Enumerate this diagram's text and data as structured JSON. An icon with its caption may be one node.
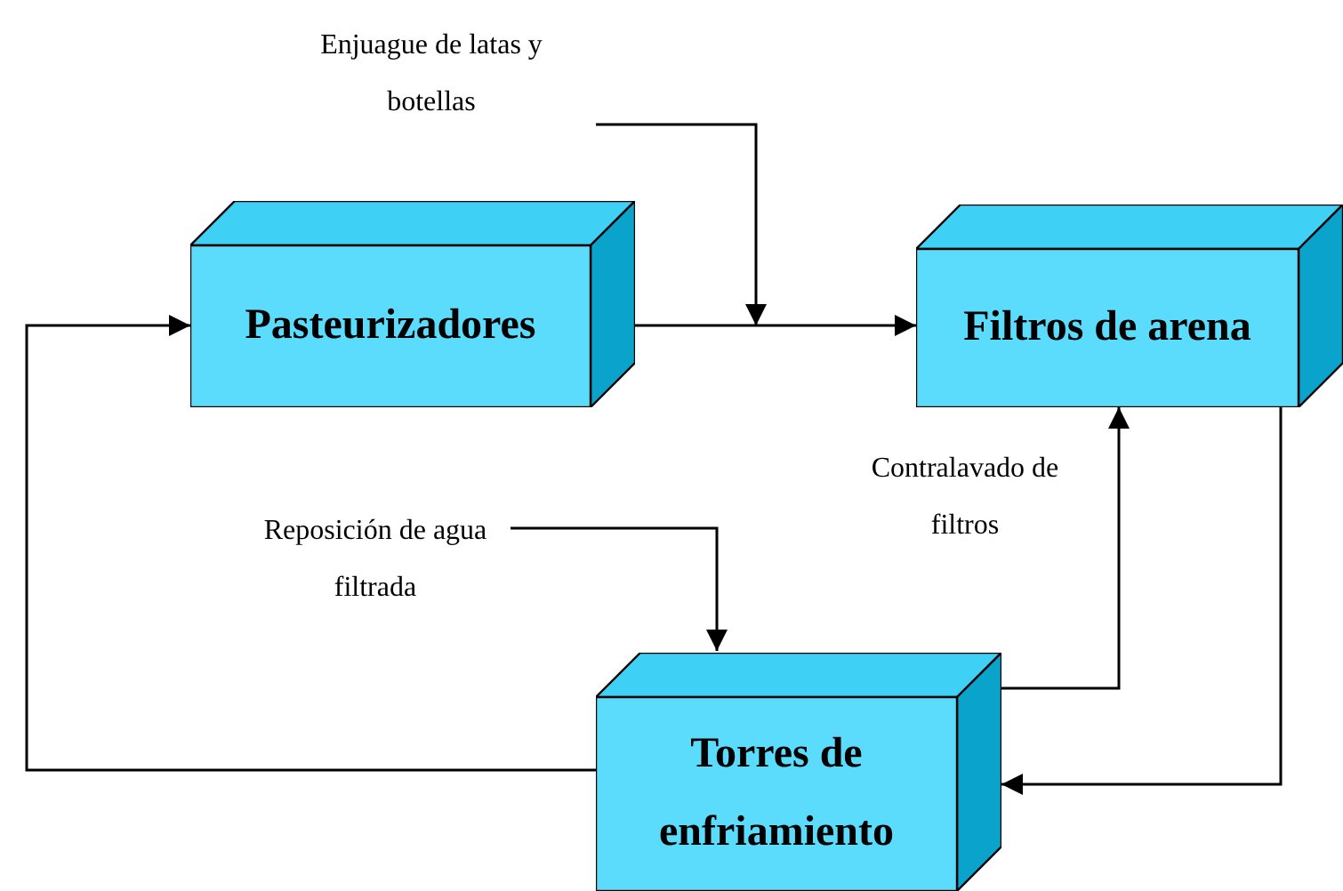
{
  "diagram": {
    "nodes": [
      {
        "text": [
          "Pasteurizadores"
        ]
      },
      {
        "text": [
          "Filtros de  arena"
        ]
      },
      {
        "text": [
          "Torres de enfriamiento"
        ]
      },
      {
        "text": [
          "Enjuague de latas y botellas"
        ]
      },
      {
        "text": [
          "Reposición de agua filtrada"
        ]
      }
    ],
    "edges": [
      {
        "from": 0,
        "to": 1,
        "arrow": "to"
      },
      {
        "from": 3,
        "to": null,
        "arrow": "to"
      },
      {
        "from": 2,
        "to": 1,
        "arrow": "to",
        "label": "Contralavado de filtros"
      },
      {
        "from": 1,
        "to": 2,
        "arrow": "to"
      },
      {
        "from": 4,
        "to": 2,
        "arrow": "to"
      },
      {
        "from": 2,
        "to": 0,
        "arrow": "to"
      }
    ]
  }
}
